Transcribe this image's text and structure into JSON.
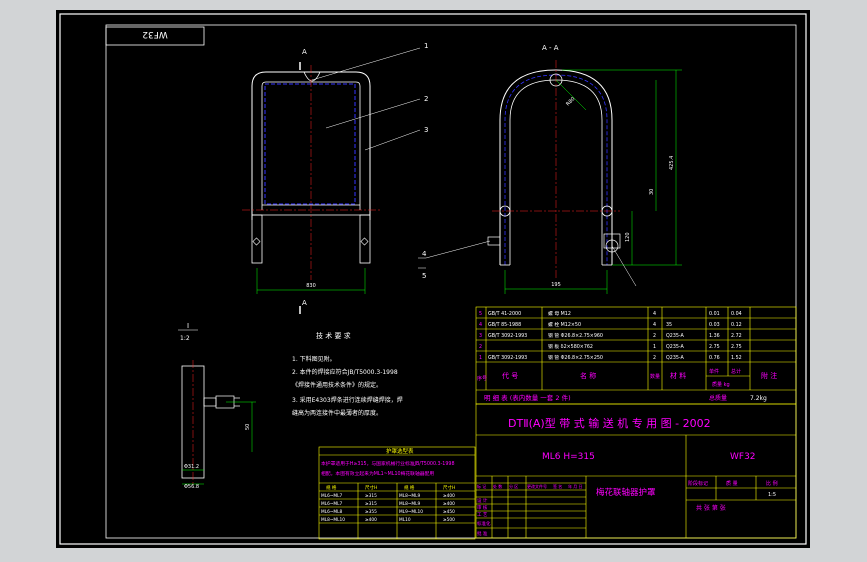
{
  "drawing": {
    "stamp_rotated": "WF32",
    "view_labels": {
      "a_top": "A",
      "a_bottom": "A",
      "section": "A - A",
      "detail_top": "I",
      "detail_scale": "1:2"
    },
    "leader_numbers": [
      "1",
      "2",
      "3",
      "4",
      "5"
    ],
    "dims": {
      "front_width": "830",
      "side_width": "195",
      "side_height": "425.4",
      "side_inner": "30",
      "side_radius": "R80",
      "side_small": "120",
      "detail_height": "50",
      "detail_w1": "Φ31.2",
      "detail_w2": "Φ56.8"
    },
    "tech_req": {
      "title": "技 术 要 求",
      "lines": [
        "1. 下料图见附。",
        "2. 本件的焊接应符合JB/T5000.3-1998",
        "   《焊接件通用技术条件》的规定。",
        "3. 采用E4303焊条进行连续焊缝焊接，焊",
        "   缝高为两连接件中最薄者的厚度。"
      ]
    }
  },
  "bom": {
    "rows": [
      {
        "seq": "5",
        "code": "GB/T 41-2000",
        "name": "螺 母 M12",
        "qty": "4",
        "mat": "",
        "unit": "0.01",
        "total": "0.04"
      },
      {
        "seq": "4",
        "code": "GB/T 85-1988",
        "name": "螺 栓 M12×50",
        "qty": "4",
        "mat": "35",
        "unit": "0.03",
        "total": "0.12"
      },
      {
        "seq": "3",
        "code": "GB/T 3092-1993",
        "name": "钢 管 Φ26.8×2.75×960",
        "qty": "2",
        "mat": "Q235-A",
        "unit": "1.36",
        "total": "2.72"
      },
      {
        "seq": "2",
        "code": "",
        "name": "钢 板 δ2×580×762",
        "qty": "1",
        "mat": "Q235-A",
        "unit": "2.75",
        "total": "2.75"
      },
      {
        "seq": "1",
        "code": "GB/T 3092-1993",
        "name": "钢 管 Φ26.8×2.75×250",
        "qty": "2",
        "mat": "Q235-A",
        "unit": "0.76",
        "total": "1.52"
      }
    ],
    "headers": {
      "seq": "序号",
      "code": "代 号",
      "name": "名 称",
      "qty": "数量",
      "mat": "材 料",
      "unit": "单件",
      "total": "总计",
      "weight": "质量 kg",
      "note": "附 注"
    },
    "detail_line": "明    细    表      (表内数量  一套  2 件)",
    "total_weight_label": "总质量",
    "total_weight": "7.2kg"
  },
  "title_block": {
    "main_title": "DTⅡ(A)型  带 式 输 送 机 专 用 图 - 2002",
    "spec": "ML6   H=315",
    "code": "WF32",
    "name": "梅花联轴器护罩",
    "labels": [
      "标 记",
      "处 数",
      "分 区",
      "更改文件号",
      "签 名",
      "年 月 日"
    ],
    "roles": [
      "设 计",
      "审 核",
      "工 艺",
      "标准化",
      "批 准"
    ],
    "stage_labels": [
      "阶段标记",
      "质 量",
      "比 例"
    ],
    "scale": "1:5",
    "sheet": "共    张  第    张"
  },
  "selection_table": {
    "title": "护罩选型表",
    "desc": [
      "本护罩适用于H≥315，与国家机械行业标准JB/T5000.3-1998",
      "相配。本图有效立起来为ML1~ML10梅花联轴器配用"
    ],
    "headers": [
      "规 格",
      "尺寸H",
      "规 格",
      "尺寸H"
    ],
    "rows": [
      [
        "ML6~ML7",
        "≥315",
        "ML8~ML9",
        "≥400"
      ],
      [
        "ML6~ML7",
        "≥315",
        "ML8~ML9",
        "≥400"
      ],
      [
        "ML6~ML8",
        "≥355",
        "ML9~ML10",
        "≥450"
      ],
      [
        "ML8~ML10",
        "≥400",
        "ML10",
        "≥500"
      ]
    ]
  },
  "colors": {
    "frame": "#ffffff",
    "text": "#ffff00",
    "geometry": "#ffffff",
    "hidden": "#0000ff",
    "dimension": "#00ff00",
    "table": "#ffff00",
    "labels": "#ff00ff"
  }
}
